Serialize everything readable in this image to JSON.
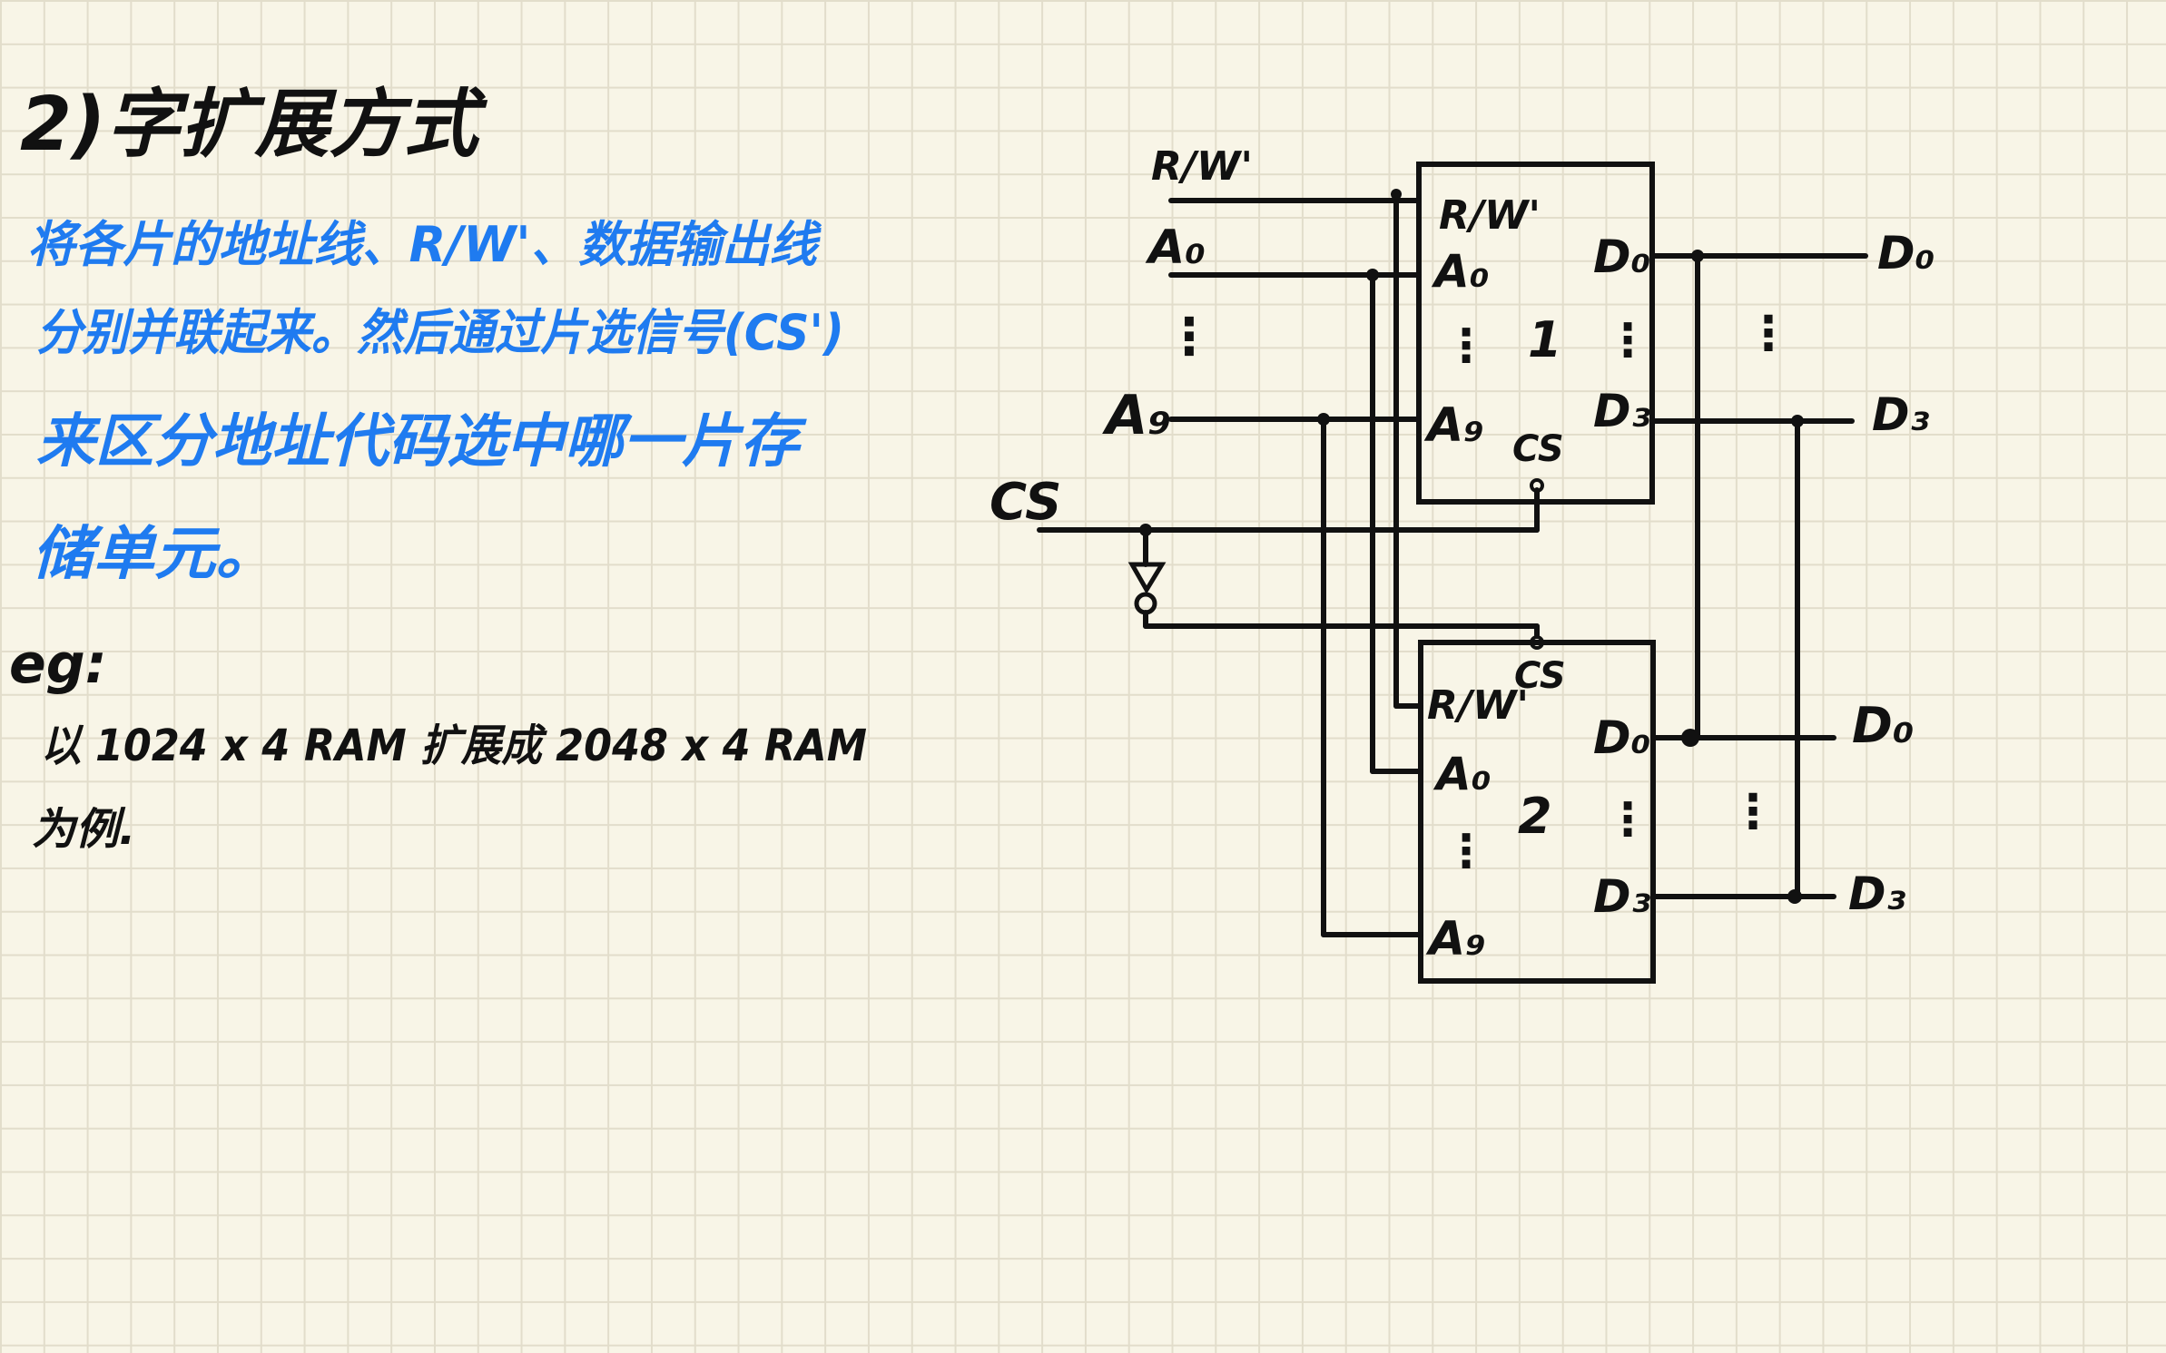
{
  "heading": "2)字扩展方式",
  "description": {
    "lines": [
      "将各片的地址线、R/W'、数据输出线",
      "分别并联起来。然后通过片选信号(CS')",
      "来区分地址代码选中哪一片存",
      "储单元。"
    ]
  },
  "example": {
    "label": "eg:",
    "lines": [
      "以 1024 x 4 RAM 扩展成 2048 x 4 RAM",
      "为例."
    ]
  },
  "circuit": {
    "inputs": {
      "rw": "R/W'",
      "a0": "A₀",
      "a9": "A₉",
      "cs": "CS",
      "dots": "⋮"
    },
    "chip1": {
      "number": "1",
      "rw": "R/W'",
      "a0": "A₀",
      "a9": "A₉",
      "cs": "CS",
      "d0": "D₀",
      "d3": "D₃",
      "dots": "⋮"
    },
    "chip2": {
      "number": "2",
      "rw": "R/W'",
      "a0": "A₀",
      "a9": "A₉",
      "cs": "CS",
      "d0": "D₀",
      "d3": "D₃",
      "dots": "⋮"
    },
    "outputs": {
      "top_d0": "D₀",
      "top_d3": "D₃",
      "bottom_d0": "D₀",
      "bottom_d3": "D₃",
      "dots": "⋮"
    }
  },
  "colors": {
    "ink": "#111111",
    "blue": "#1f7bf0",
    "grid": "#e2ddcb",
    "paper": "#f8f5e7"
  }
}
